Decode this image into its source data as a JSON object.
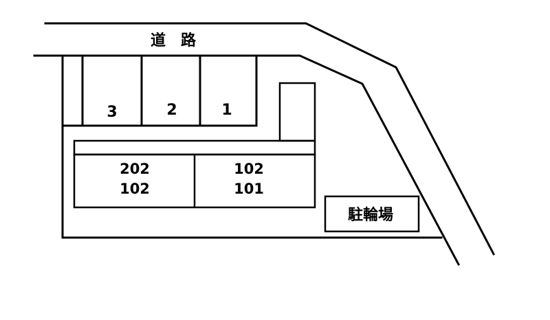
{
  "road": {
    "label": "道　路"
  },
  "parking": [
    {
      "number": "3"
    },
    {
      "number": "2"
    },
    {
      "number": "1"
    }
  ],
  "building": {
    "units_left": {
      "upper": "202",
      "lower": "102"
    },
    "units_right": {
      "upper": "102",
      "lower": "101"
    }
  },
  "bicycle_parking": {
    "label": "駐輪場"
  }
}
